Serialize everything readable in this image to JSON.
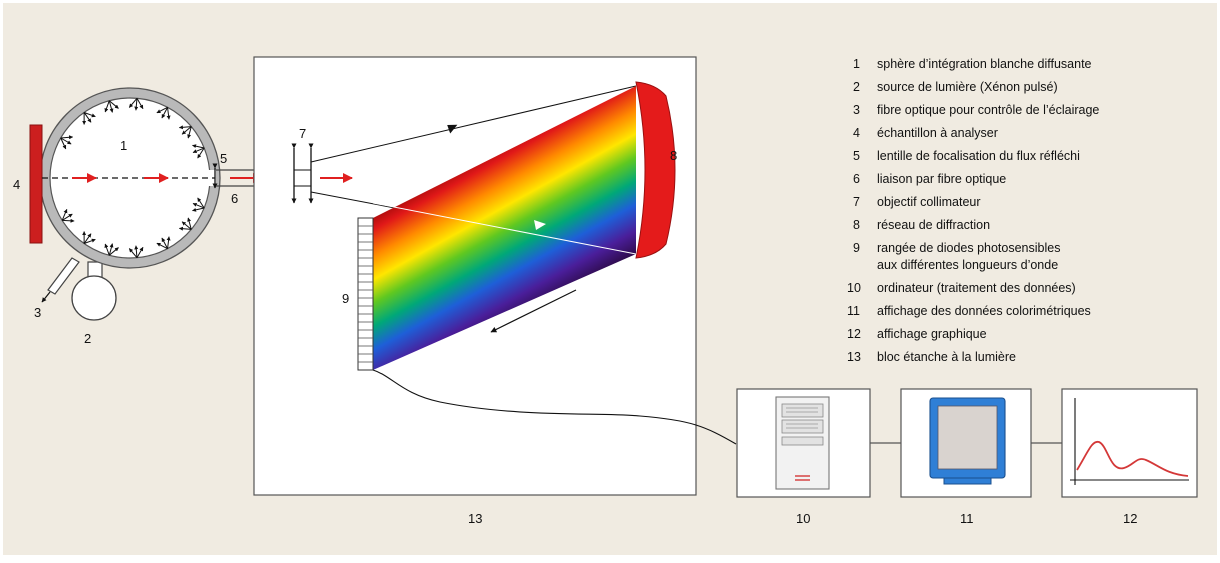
{
  "colors": {
    "background": "#f0ebe1",
    "sensor": "#cc1f1f",
    "light_ray": "#e02020",
    "monitor_blue": "#2f7fd6",
    "monitor_screen": "#d9d3cf",
    "curve_red": "#d43838",
    "panel_white": "#ffffff"
  },
  "labels": {
    "n1": "1",
    "n2": "2",
    "n3": "3",
    "n4": "4",
    "n5": "5",
    "n6": "6",
    "n7": "7",
    "n8": "8",
    "n9": "9",
    "n10": "10",
    "n11": "11",
    "n12": "12",
    "n13": "13"
  },
  "legend": [
    {
      "num": "1",
      "text": "sphère d’intégration blanche diffusante"
    },
    {
      "num": "2",
      "text": "source de lumière (Xénon pulsé)"
    },
    {
      "num": "3",
      "text": "fibre optique pour contrôle de l’éclairage"
    },
    {
      "num": "4",
      "text": "échantillon à analyser"
    },
    {
      "num": "5",
      "text": "lentille de focalisation du flux réfléchi"
    },
    {
      "num": "6",
      "text": "liaison par fibre optique"
    },
    {
      "num": "7",
      "text": "objectif collimateur"
    },
    {
      "num": "8",
      "text": "réseau de diffraction"
    },
    {
      "num": "9",
      "text": "rangée de diodes photosensibles",
      "text2": "aux différentes longueurs d’onde"
    },
    {
      "num": "10",
      "text": "ordinateur (traitement des données)"
    },
    {
      "num": "11",
      "text": "affichage des données colorimétriques"
    },
    {
      "num": "12",
      "text": "affichage graphique"
    },
    {
      "num": "13",
      "text": "bloc étanche à la lumière"
    }
  ]
}
